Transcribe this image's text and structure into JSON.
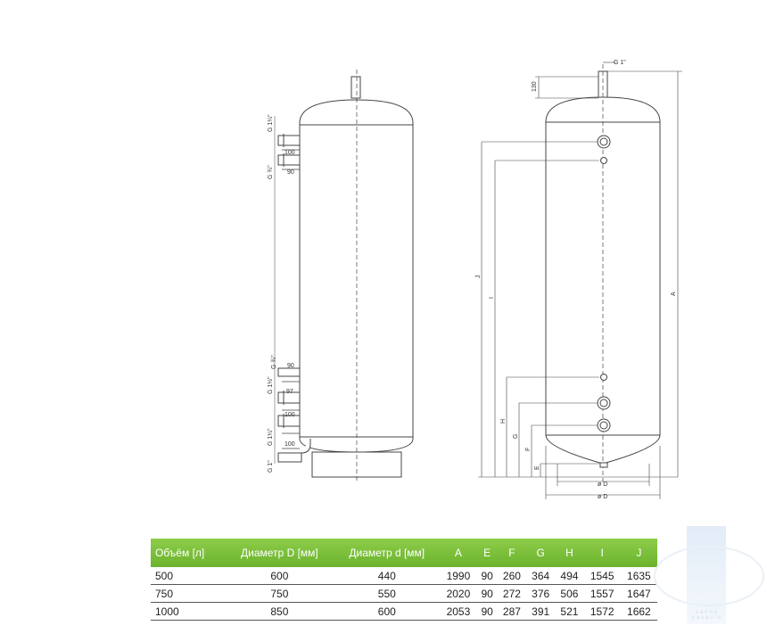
{
  "left_view": {
    "labels": {
      "g1": "G 1¼\"",
      "g2": "G ¾\"",
      "g3": "G ¾\"",
      "g4": "G 1½\"",
      "g5": "G 1¼\"",
      "g6": "G 1\""
    },
    "dims": {
      "d1": "100",
      "d2": "90",
      "d3": "90",
      "d4": "97",
      "d5": "100",
      "d6": "100"
    }
  },
  "right_view": {
    "labels": {
      "top_fitting": "G 1\"",
      "top_dim": "130"
    },
    "dim_letters": {
      "a": "A",
      "j": "J",
      "i": "I",
      "h": "H",
      "g": "G",
      "f": "F",
      "e": "E",
      "d_small": "ø D",
      "d_large": "ø D"
    }
  },
  "table": {
    "headers": {
      "volume": "Объём [л]",
      "diam_d_big": "Диаметр D [мм]",
      "diam_d_small": "Диаметр d [мм]",
      "a": "A",
      "e": "E",
      "f": "F",
      "g": "G",
      "h": "H",
      "i": "I",
      "j": "J"
    },
    "rows": [
      {
        "vol": "500",
        "D": "600",
        "d": "440",
        "A": "1990",
        "E": "90",
        "F": "260",
        "G": "364",
        "H": "494",
        "I": "1545",
        "J": "1635"
      },
      {
        "vol": "750",
        "D": "750",
        "d": "550",
        "A": "2020",
        "E": "90",
        "F": "272",
        "G": "376",
        "H": "506",
        "I": "1557",
        "J": "1647"
      },
      {
        "vol": "1000",
        "D": "850",
        "d": "600",
        "A": "2053",
        "E": "90",
        "F": "287",
        "G": "391",
        "H": "521",
        "I": "1572",
        "J": "1662"
      }
    ]
  },
  "watermark": {
    "text": "vannu pasaule"
  }
}
